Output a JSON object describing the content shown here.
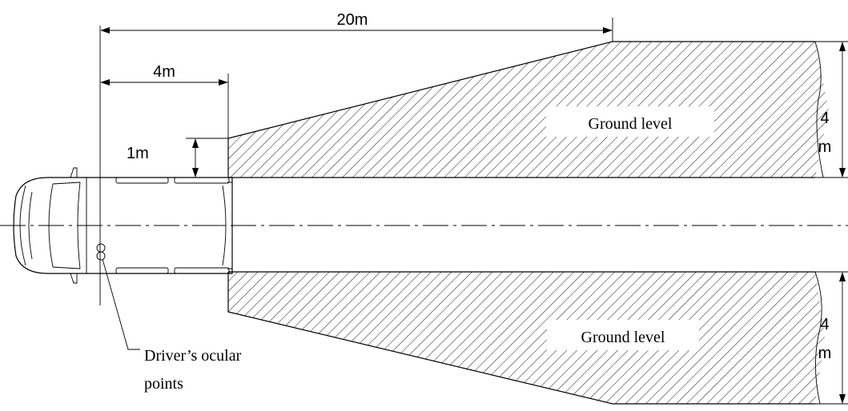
{
  "dimensions": {
    "length_20": "20m",
    "length_4": "4m",
    "offset_1": "1m",
    "width_upper_line1": "4",
    "width_upper_line2": "m",
    "width_lower_line1": "4",
    "width_lower_line2": "m"
  },
  "zones": {
    "upper_label": "Ground level",
    "lower_label": "Ground level"
  },
  "annotations": {
    "driver_line1": "Driver’s ocular",
    "driver_line2": "points"
  }
}
